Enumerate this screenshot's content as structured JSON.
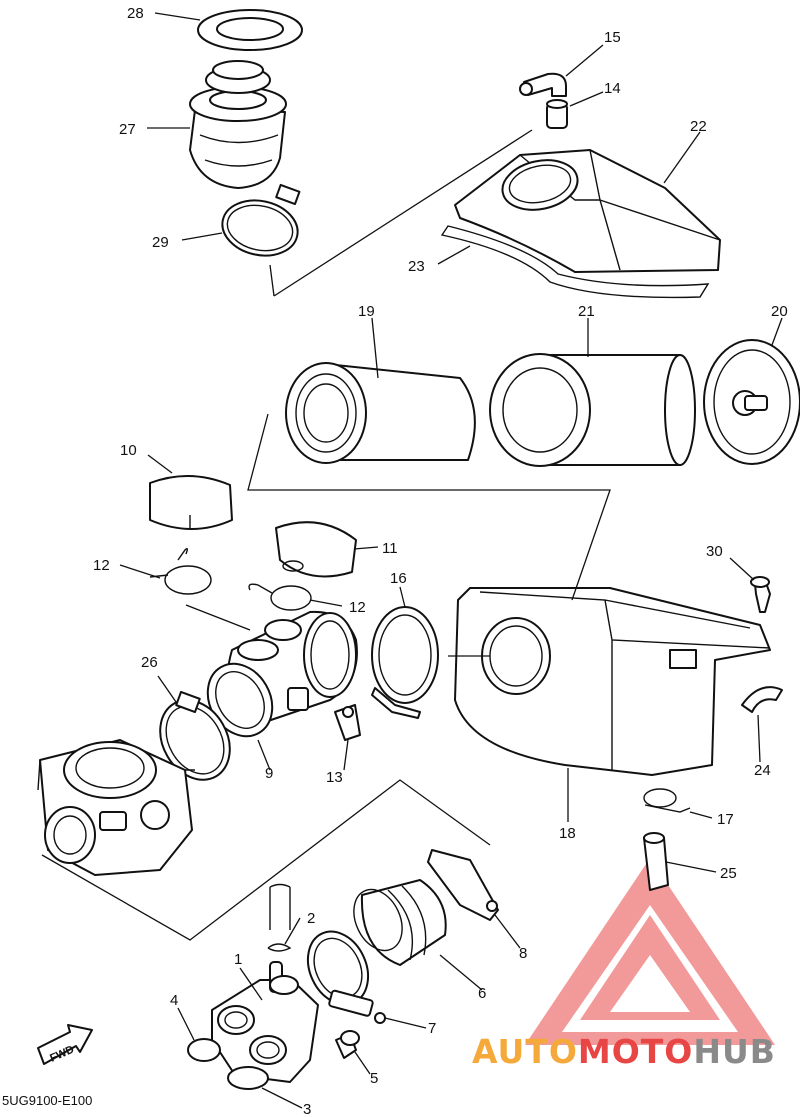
{
  "callouts": {
    "c1": "1",
    "c2": "2",
    "c3": "3",
    "c4": "4",
    "c5": "5",
    "c6": "6",
    "c7": "7",
    "c8": "8",
    "c9": "9",
    "c10": "10",
    "c11": "11",
    "c12a": "12",
    "c12b": "12",
    "c13": "13",
    "c14": "14",
    "c15": "15",
    "c16": "16",
    "c17": "17",
    "c18": "18",
    "c19": "19",
    "c20": "20",
    "c21": "21",
    "c22": "22",
    "c23": "23",
    "c24": "24",
    "c25": "25",
    "c26": "26",
    "c27": "27",
    "c28": "28",
    "c29": "29",
    "c30": "30"
  },
  "fwd_label": "FWD",
  "diagram_code": "5UG9100-E100",
  "watermark": {
    "part1": "AUTO",
    "part2": "MOTO",
    "part3": "HUB",
    "color_auto": "#f4a93a",
    "color_moto": "#e84545",
    "color_hub": "#8a8a8a"
  }
}
